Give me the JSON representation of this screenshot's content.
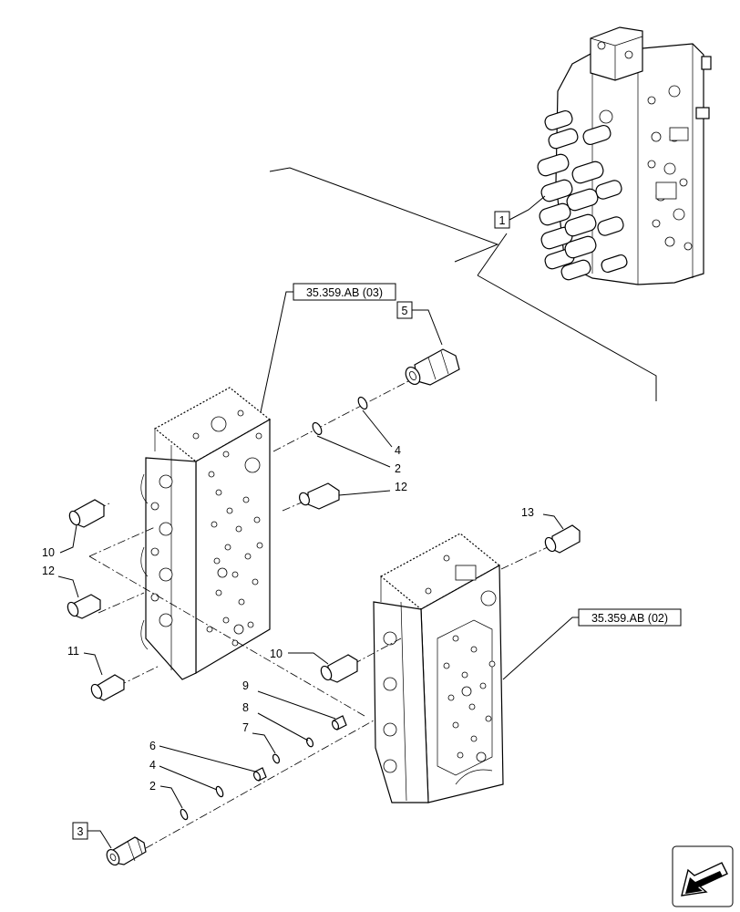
{
  "references": {
    "ref_03": "35.359.AB (03)",
    "ref_02": "35.359.AB (02)"
  },
  "boxed_labels": {
    "l1": "1",
    "l3": "3",
    "l5": "5"
  },
  "labels": {
    "a4": "4",
    "a2": "2",
    "a12": "12",
    "b10": "10",
    "b12": "12",
    "b11": "11",
    "c13": "13",
    "c10": "10",
    "d9": "9",
    "d8": "8",
    "d7": "7",
    "d6": "6",
    "d4": "4",
    "d2": "2"
  },
  "icons": {
    "nav": "arrow-icon"
  }
}
